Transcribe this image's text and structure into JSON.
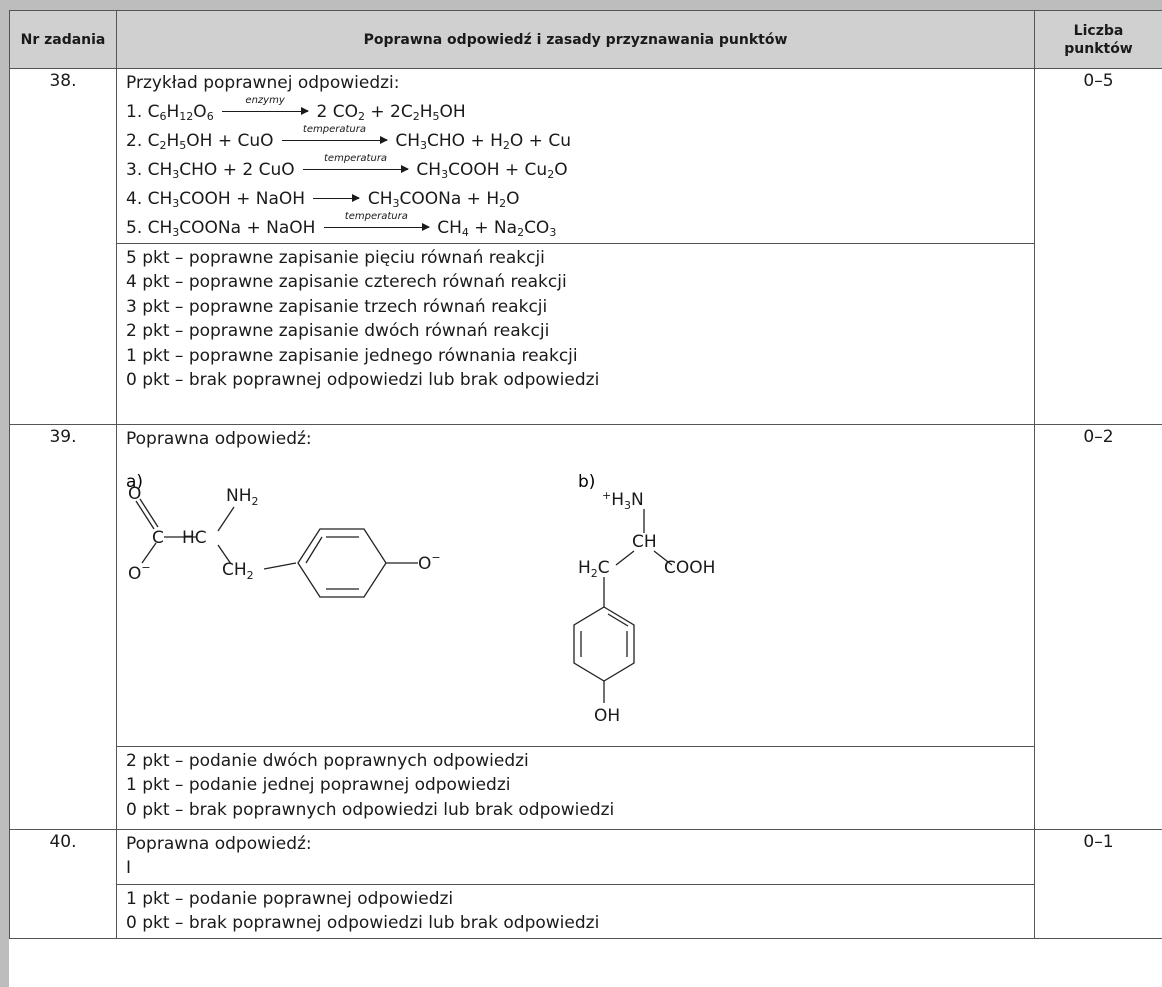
{
  "header": {
    "col_task": "Nr zadania",
    "col_answer": "Poprawna odpowiedź i zasady przyznawania punktów",
    "col_points_line1": "Liczba",
    "col_points_line2": "punktów"
  },
  "task38": {
    "number": "38.",
    "score": "0–5",
    "intro": "Przykład poprawnej odpowiedzi:",
    "arrow_enzymy": "enzymy",
    "arrow_temp": "temperatura",
    "scoring": [
      "5 pkt – poprawne zapisanie pięciu równań reakcji",
      "4 pkt – poprawne zapisanie czterech równań reakcji",
      "3 pkt – poprawne zapisanie trzech równań reakcji",
      "2 pkt – poprawne zapisanie dwóch równań reakcji",
      "1 pkt – poprawne zapisanie jednego równania reakcji",
      "0 pkt – brak poprawnej odpowiedzi lub brak odpowiedzi"
    ]
  },
  "task39": {
    "number": "39.",
    "score": "0–2",
    "intro": "Poprawna odpowiedź:",
    "label_a": "a)",
    "label_b": "b)",
    "scoring": [
      "2 pkt – podanie dwóch poprawnych odpowiedzi",
      "1 pkt – podanie jednej poprawnej odpowiedzi",
      "0 pkt – brak poprawnych odpowiedzi lub brak odpowiedzi"
    ]
  },
  "task40": {
    "number": "40.",
    "score": "0–1",
    "intro": "Poprawna odpowiedź:",
    "answer": "I",
    "scoring": [
      "1 pkt – podanie poprawnej odpowiedzi",
      "0 pkt – brak poprawnej odpowiedzi lub brak odpowiedzi"
    ]
  }
}
